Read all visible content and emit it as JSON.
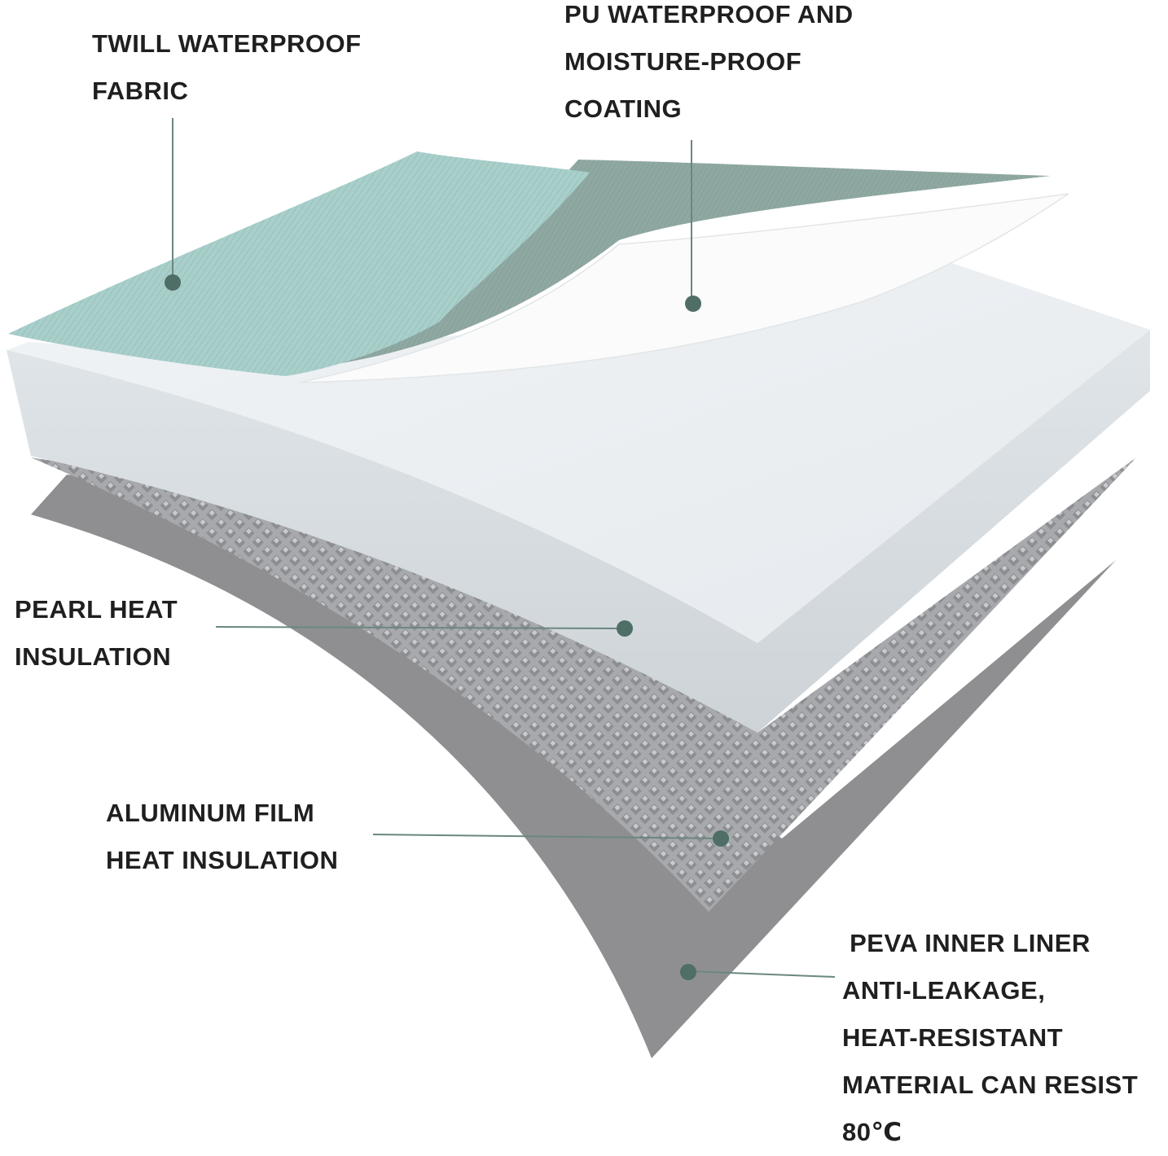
{
  "labels": {
    "twill": {
      "lines": [
        "TWILL WATERPROOF",
        "FABRIC"
      ]
    },
    "pu": {
      "lines": [
        "PU WATERPROOF AND",
        "MOISTURE-PROOF",
        "COATING"
      ]
    },
    "pearl": {
      "lines": [
        "PEARL HEAT",
        "INSULATION"
      ]
    },
    "aluminum": {
      "lines": [
        "ALUMINUM FILM",
        "HEAT INSULATION"
      ]
    },
    "peva": {
      "lines": [
        " PEVA INNER LINER",
        "ANTI-LEAKAGE,",
        "HEAT-RESISTANT",
        "MATERIAL CAN RESIST",
        "80℃"
      ]
    }
  },
  "colors": {
    "twill_fabric": "#a9cfcb",
    "pu_coating": "#8fa8a2",
    "white_layer": "#fbfbfb",
    "pearl_top": "#e8eef2",
    "pearl_side": "#d4dade",
    "aluminum": "#9c9ea2",
    "peva_liner": "#8f8f92",
    "marker": "#4f6e66",
    "leader_line": "#6b8780"
  }
}
